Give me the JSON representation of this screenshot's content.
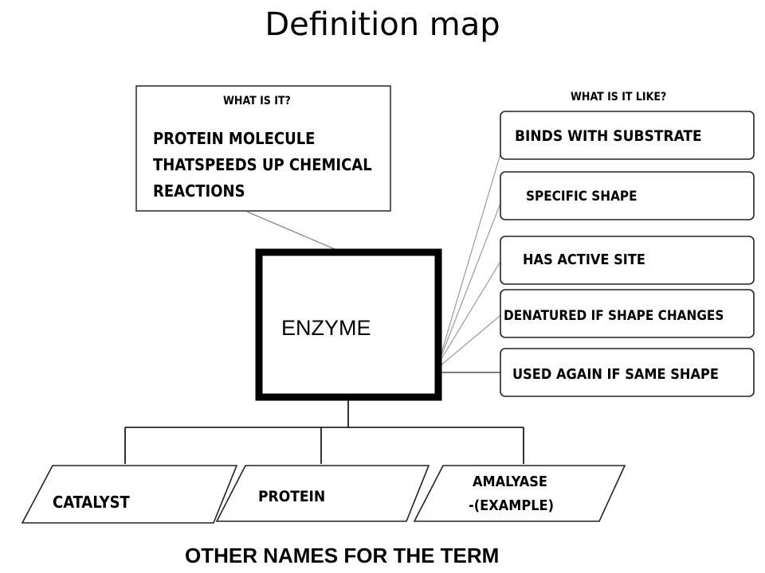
{
  "title": "Definition map",
  "center": {
    "label": "ENZYME"
  },
  "what_is_it": {
    "header": "WHAT IS IT?",
    "text": "PROTEIN MOLECULE\nTHATSPEEDS UP CHEMICAL\nREACTIONS"
  },
  "what_is_it_like": {
    "header": "WHAT IS IT LIKE?",
    "items": [
      "BINDS WITH SUBSTRATE",
      "SPECIFIC SHAPE",
      "HAS ACTIVE SITE",
      "DENATURED IF SHAPE CHANGES",
      "USED AGAIN IF SAME SHAPE"
    ]
  },
  "other_names": {
    "label": "OTHER NAMES FOR THE TERM",
    "items": [
      "CATALYST",
      "PROTEIN",
      "AMALYASE",
      "-(EXAMPLE)"
    ]
  },
  "colors": {
    "line": "#000000",
    "box_fill": "#ffffff",
    "connector": "#8a8a8a"
  }
}
